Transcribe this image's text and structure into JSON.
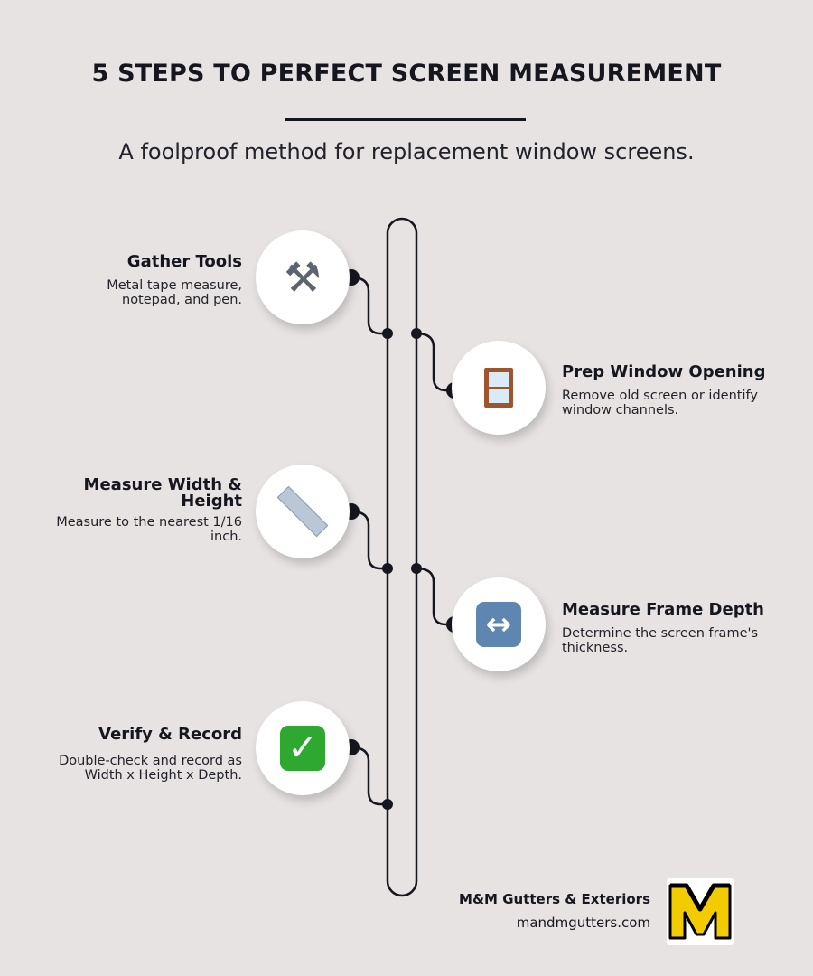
{
  "header": {
    "title": "5 STEPS TO PERFECT SCREEN MEASUREMENT",
    "subtitle": "A foolproof method for replacement window screens."
  },
  "steps": [
    {
      "title": "Gather Tools",
      "description": "Metal tape measure, notepad, and pen.",
      "icon": "hammer-and-wrench-icon",
      "glyph": "⚒"
    },
    {
      "title": "Prep Window Opening",
      "description": "Remove old screen or identify window channels.",
      "icon": "window-icon"
    },
    {
      "title": "Measure Width & Height",
      "description": "Measure to the nearest 1/16 inch.",
      "icon": "ruler-icon"
    },
    {
      "title": "Measure Frame Depth",
      "description": "Determine the screen frame's thickness.",
      "icon": "left-right-arrow-icon",
      "glyph": "↔"
    },
    {
      "title": "Verify & Record",
      "description": "Double-check and record as Width x Height x Depth.",
      "icon": "check-mark-icon",
      "glyph": "✓"
    }
  ],
  "brand": {
    "name": "M&M Gutters & Exteriors",
    "url": "mandmgutters.com",
    "logo_colors": {
      "background": "#ffffff",
      "letter_fill": "#f2cc00",
      "outline": "#000000"
    }
  },
  "colors": {
    "background": "#e6e3e2",
    "ink": "#16161e",
    "circle": "#ffffff"
  }
}
